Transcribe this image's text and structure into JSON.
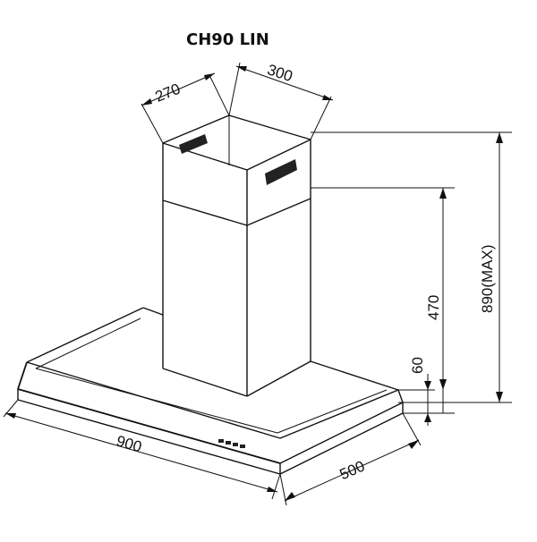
{
  "title": "CH90 LIN",
  "dimensions": {
    "chimney_depth": "270",
    "chimney_width": "300",
    "max_height": "890(MAX)",
    "chimney_height": "470",
    "canopy_thickness": "60",
    "hood_width": "900",
    "hood_depth": "500"
  }
}
